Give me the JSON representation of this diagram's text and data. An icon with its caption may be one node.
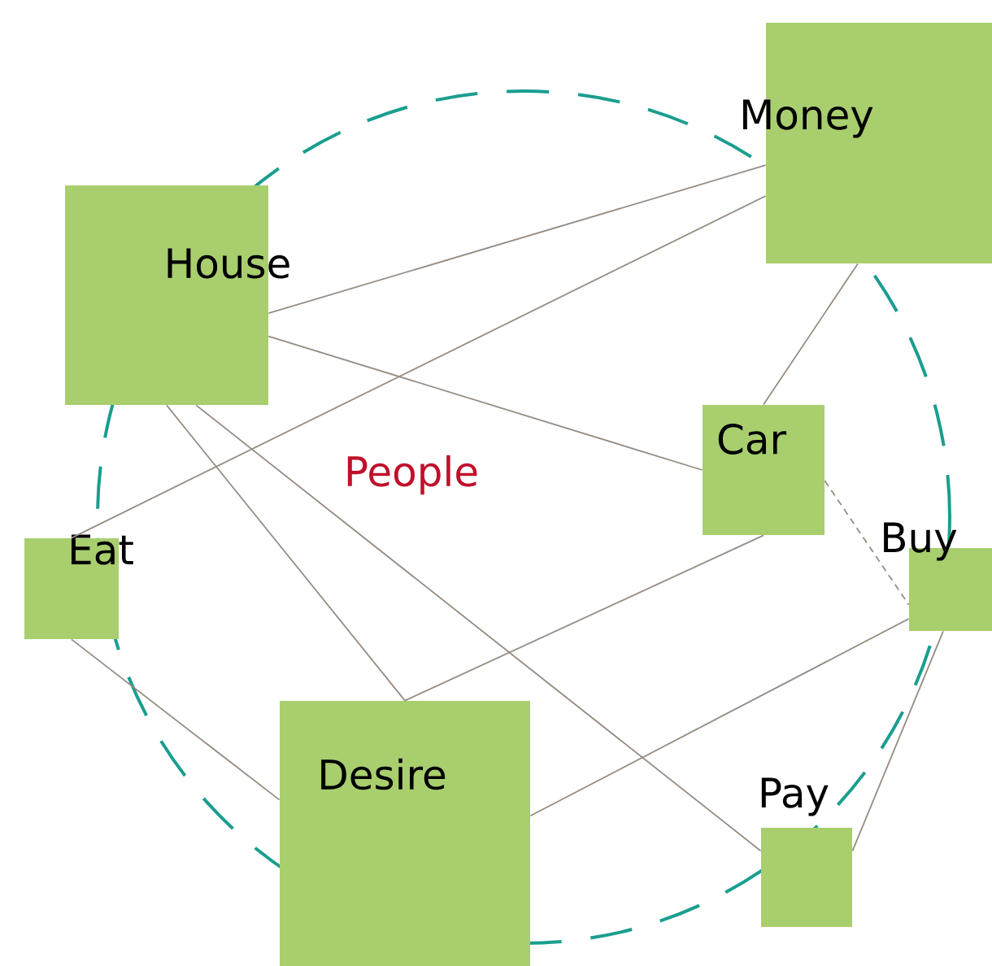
{
  "diagram": {
    "nodes": [
      {
        "text": [
          "House"
        ]
      },
      {
        "text": [
          "Money"
        ]
      },
      {
        "text": [
          "Car"
        ]
      },
      {
        "text": [
          "Eat"
        ]
      },
      {
        "text": [
          "Desire"
        ]
      },
      {
        "text": [
          "Pay"
        ]
      },
      {
        "text": [
          "Buy"
        ]
      }
    ],
    "edges": [
      {
        "from": 0,
        "to": 1,
        "arrow": "none"
      },
      {
        "from": 3,
        "to": 1,
        "arrow": "none"
      },
      {
        "from": 0,
        "to": 2,
        "arrow": "none"
      },
      {
        "from": 0,
        "to": 4,
        "arrow": "none"
      },
      {
        "from": 2,
        "to": 4,
        "arrow": "none"
      },
      {
        "from": 0,
        "to": 5,
        "arrow": "none"
      },
      {
        "from": 1,
        "to": 2,
        "arrow": "none"
      },
      {
        "from": 2,
        "to": 6,
        "arrow": "none",
        "style": "dashed"
      },
      {
        "from": 3,
        "to": 4,
        "arrow": "none"
      },
      {
        "from": 4,
        "to": 6,
        "arrow": "none"
      },
      {
        "from": 6,
        "to": 5,
        "arrow": "none"
      }
    ],
    "labels": [
      "People"
    ]
  }
}
